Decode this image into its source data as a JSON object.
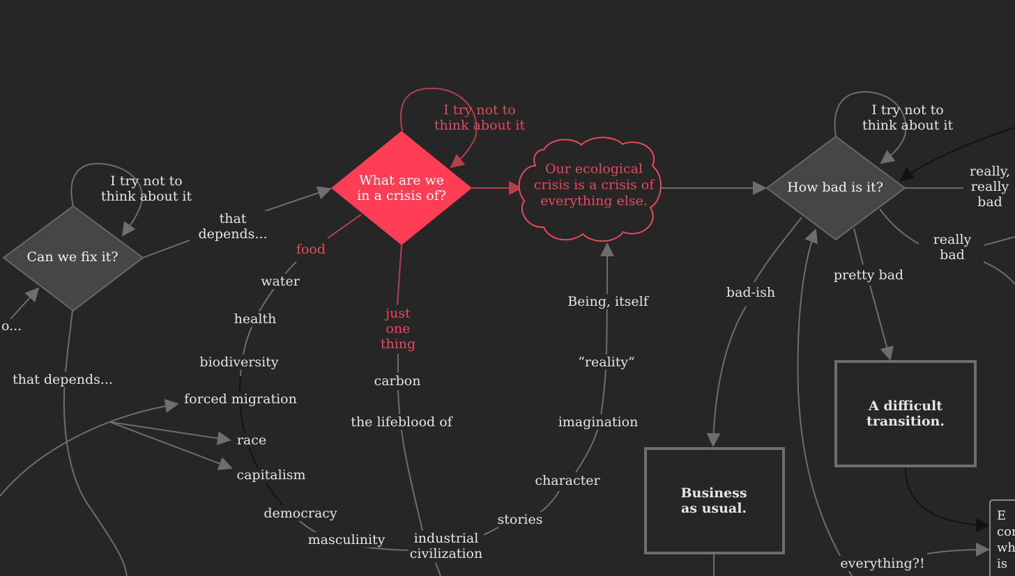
{
  "nodes": {
    "can_we_fix": "Can we fix it?",
    "crisis_of": "What are we\nin a crisis of?",
    "ecological": "Our ecological\ncrisis is a crisis of\neverything else.",
    "how_bad": "How bad is it?",
    "business_as_usual": "Business\nas usual.",
    "difficult_transition": "A difficult\ntransition.",
    "partial_box": "E\ncon\nwh\nis"
  },
  "edge_labels": {
    "loop_fix": "I try not to\nthink about it",
    "loop_crisis": "I try not to\nthink about it",
    "loop_bad": "I try not to\nthink about it",
    "that_depends_short": "that\ndepends...",
    "that_depends_long": "that depends...",
    "partial_left": "o...",
    "food": "food",
    "water": "water",
    "health": "health",
    "biodiversity": "biodiversity",
    "forced_migration": "forced migration",
    "race": "race",
    "capitalism": "capitalism",
    "democracy": "democracy",
    "masculinity": "masculinity",
    "just_one_thing": "just\none\nthing",
    "carbon": "carbon",
    "lifeblood": "the lifeblood of",
    "industrial_civilization": "industrial\ncivilization",
    "stories": "stories",
    "character": "character",
    "imagination": "imagination",
    "reality": "“reality”",
    "being_itself": "Being, itself",
    "bad_ish": "bad-ish",
    "pretty_bad": "pretty bad",
    "really_bad": "really bad",
    "really_really_bad": "really,\nreally\nbad",
    "everything": "everything?!"
  },
  "colors": {
    "background": "#272627",
    "gray_node": "#474647",
    "accent_red": "#ff3d55",
    "edge_gray": "#6e6e6e",
    "text": "#e6e6e6"
  }
}
